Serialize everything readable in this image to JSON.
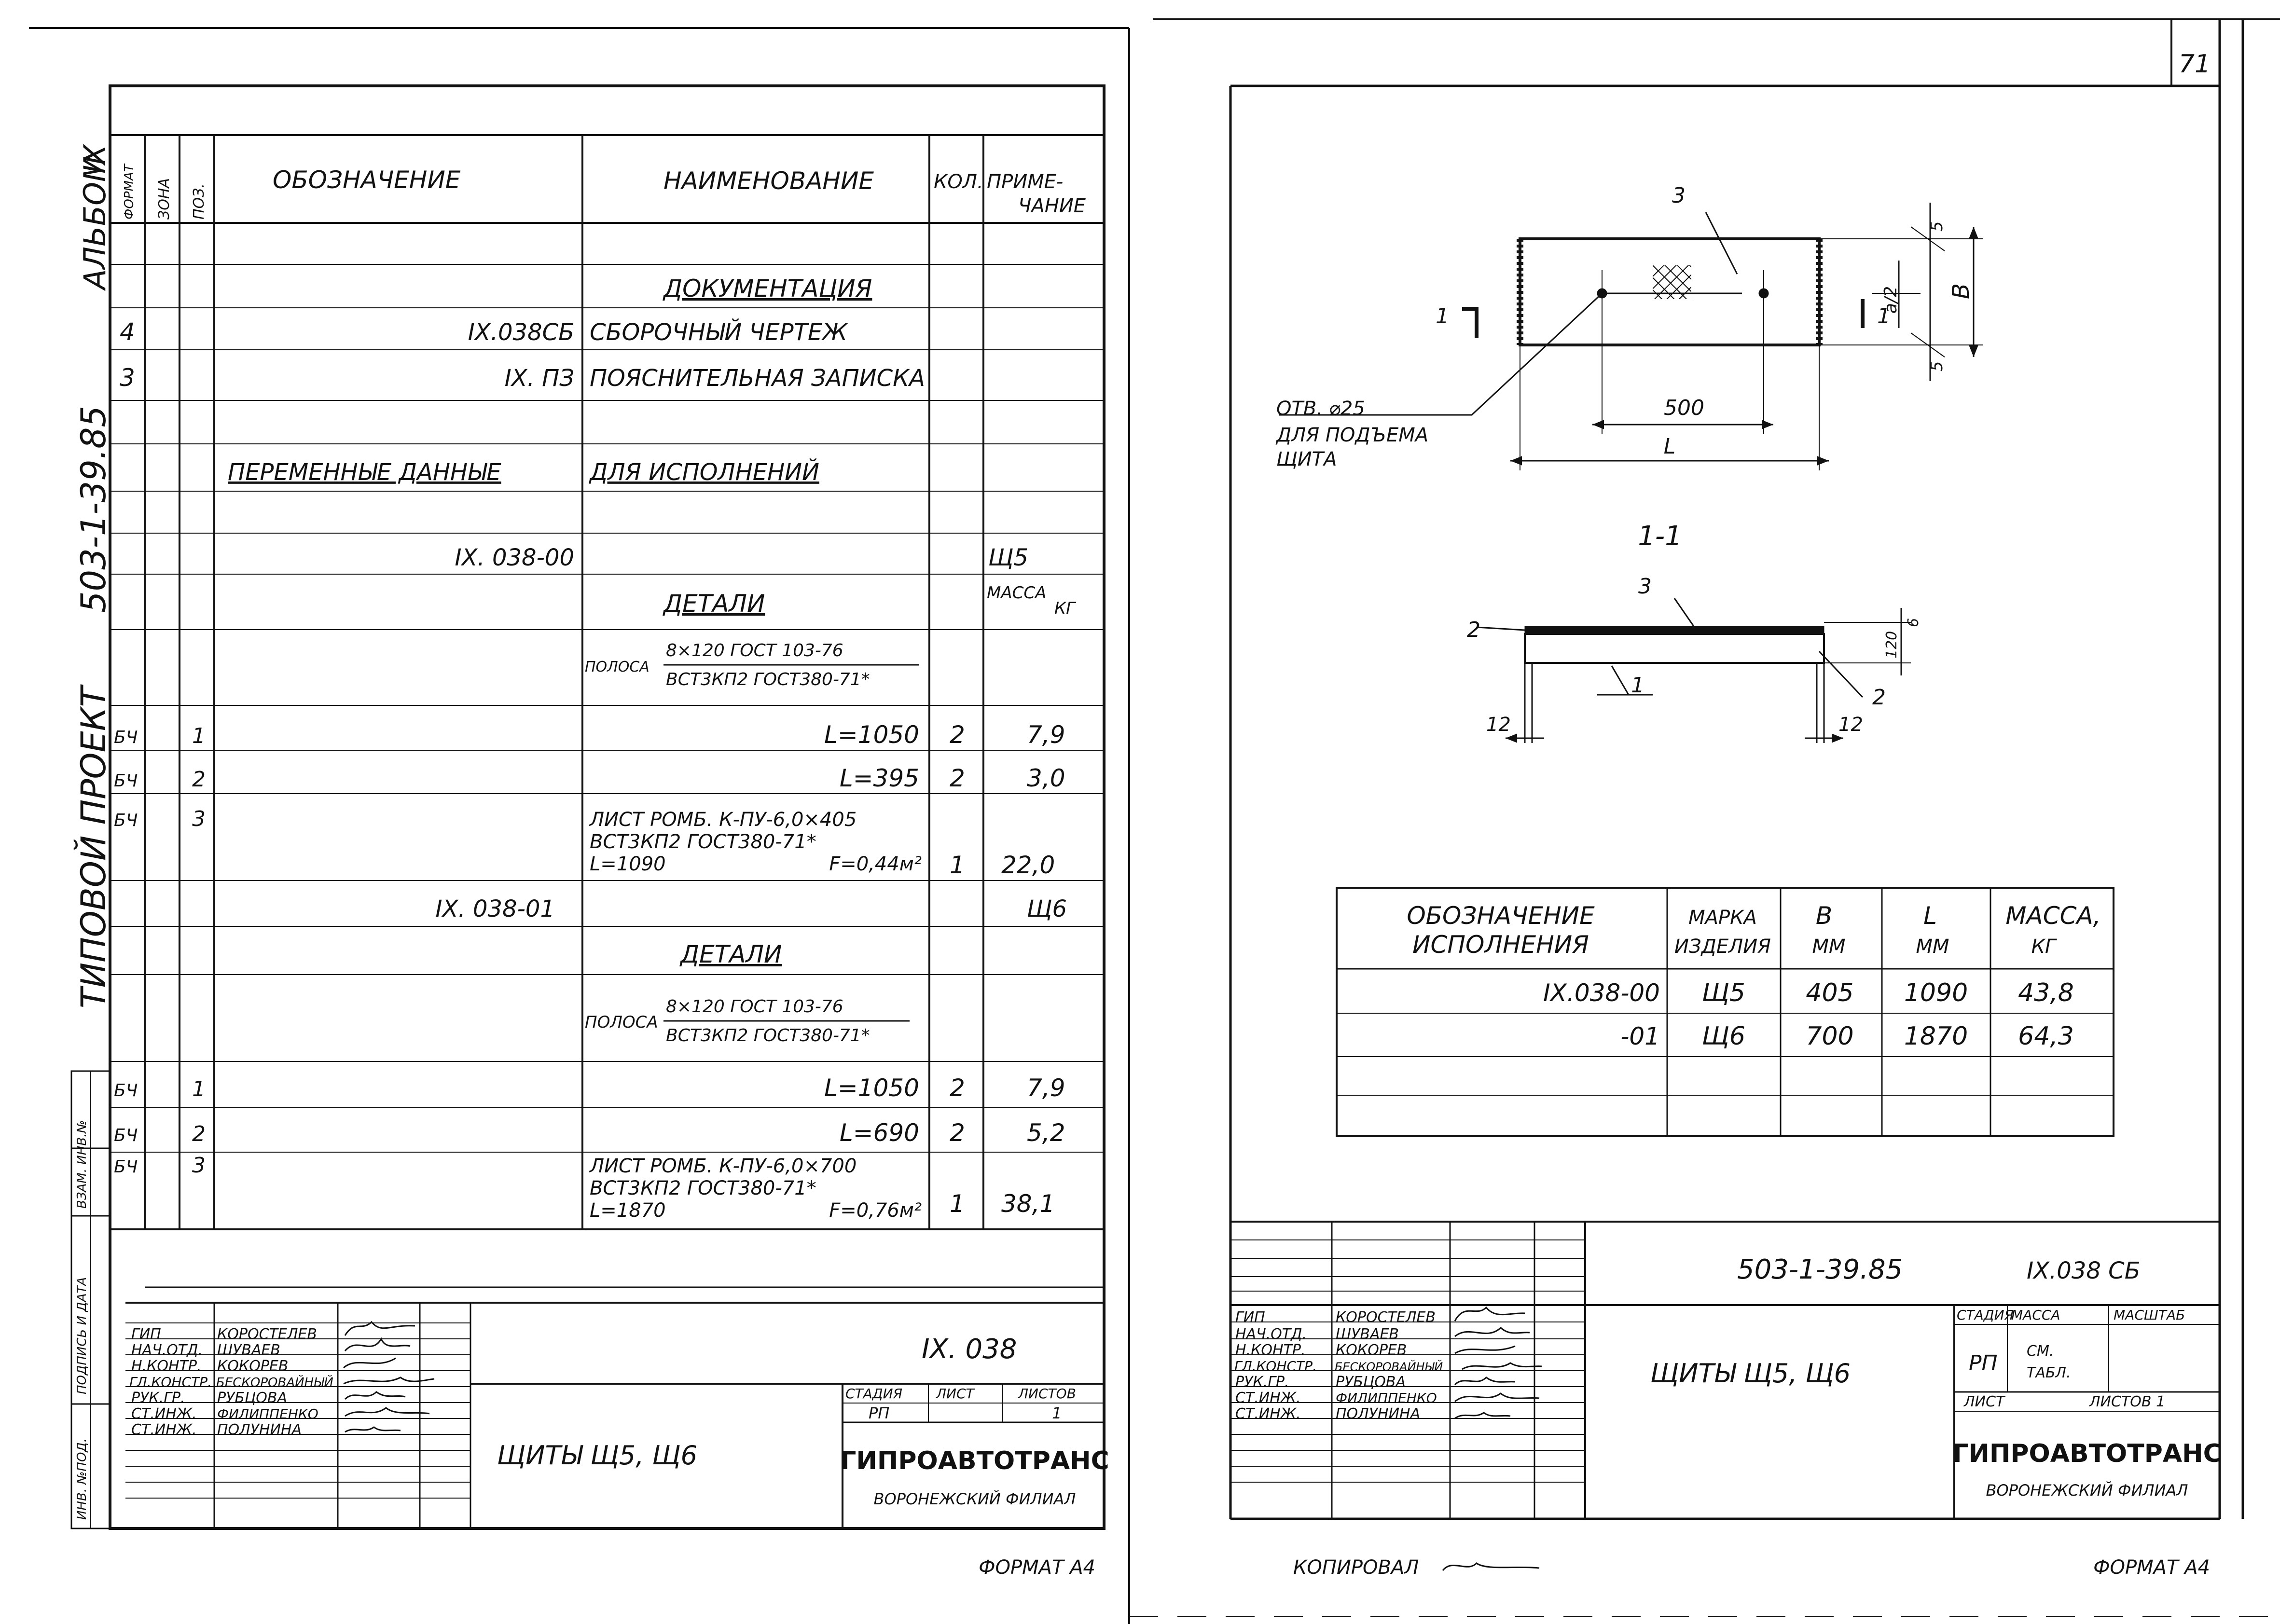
{
  "page_number": "71",
  "album": {
    "label": "АЛЬБОМ",
    "number": "IX"
  },
  "series_code": "503-1-39.85",
  "project_kind": "ТИПОВОЙ ПРОЕКТ",
  "side_stamp": [
    "ИНВ. №ПОД.",
    "ПОДПИСЬ И ДАТА",
    "ВЗАМ. ИНВ.№"
  ],
  "spec": {
    "headers": {
      "format": "ФОРМАТ",
      "zone": "ЗОНА",
      "pos": "ПОЗ.",
      "designation": "ОБОЗНАЧЕНИЕ",
      "name": "НАИМЕНОВАНИЕ",
      "qty": "КОЛ.",
      "note_1": "ПРИМЕ-",
      "note_2": "ЧАНИЕ"
    },
    "documentation_heading": "ДОКУМЕНТАЦИЯ",
    "doc_rows": [
      {
        "format": "4",
        "designation": "IX.038СБ",
        "name": "СБОРОЧНЫЙ ЧЕРТЕЖ"
      },
      {
        "format": "3",
        "designation": "IX. ПЗ",
        "name": "ПОЯСНИТЕЛЬНАЯ ЗАПИСКА"
      }
    ],
    "variable_heading_left": "ПЕРЕМЕННЫЕ ДАННЫЕ",
    "variable_heading_right": "ДЛЯ ИСПОЛНЕНИЙ",
    "v00": {
      "designation": "IX. 038-00",
      "note": "Щ5",
      "details": "ДЕТАЛИ",
      "mass_1": "МАССА",
      "mass_2": "КГ",
      "strip_word": "ПОЛОСА",
      "strip_top": "8×120 ГОСТ 103-76",
      "strip_bottom": "ВСТ3КП2 ГОСТ380-71*",
      "rows": [
        {
          "format": "БЧ",
          "pos": "1",
          "name": "L=1050",
          "qty": "2",
          "note": "7,9"
        },
        {
          "format": "БЧ",
          "pos": "2",
          "name": "L=395",
          "qty": "2",
          "note": "3,0"
        }
      ],
      "sheet": {
        "format": "БЧ",
        "pos": "3",
        "l1": "ЛИСТ РОМБ. К-ПУ-6,0×405",
        "l2": "ВСТ3КП2 ГОСТ380-71*",
        "l3a": "L=1090",
        "l3b": "F=0,44м²",
        "qty": "1",
        "note": "22,0"
      }
    },
    "v01": {
      "designation": "IX. 038-01",
      "note": "Щ6",
      "details": "ДЕТАЛИ",
      "strip_word": "ПОЛОСА",
      "strip_top": "8×120 ГОСТ 103-76",
      "strip_bottom": "ВСТ3КП2 ГОСТ380-71*",
      "rows": [
        {
          "format": "БЧ",
          "pos": "1",
          "name": "L=1050",
          "qty": "2",
          "note": "7,9"
        },
        {
          "format": "БЧ",
          "pos": "2",
          "name": "L=690",
          "qty": "2",
          "note": "5,2"
        }
      ],
      "sheet": {
        "format": "БЧ",
        "pos": "3",
        "l1": "ЛИСТ РОМБ. К-ПУ-6,0×700",
        "l2": "ВСТ3КП2 ГОСТ380-71*",
        "l3a": "L=1870",
        "l3b": "F=0,76м²",
        "qty": "1",
        "note": "38,1"
      }
    }
  },
  "left_title_block": {
    "roles": [
      "ГИП",
      "НАЧ.ОТД.",
      "Н.КОНТР.",
      "ГЛ.КОНСТР.",
      "РУК.ГР.",
      "СТ.ИНЖ.",
      "СТ.ИНЖ."
    ],
    "names": [
      "КОРОСТЕЛЕВ",
      "ШУВАЕВ",
      "КОКОРЕВ",
      "БЕСКОРОВАЙНЫЙ",
      "РУБЦОВА",
      "ФИЛИППЕНКО",
      "ПОЛУНИНА"
    ],
    "code": "IX. 038",
    "title": "ЩИТЫ Щ5, Щ6",
    "stage_h": "СТАДИЯ",
    "sheet_h": "ЛИСТ",
    "sheets_h": "ЛИСТОВ",
    "stage": "РП",
    "sheets": "1",
    "org": "ГИПРОАВТОТРАНС",
    "branch": "ВОРОНЕЖСКИЙ ФИЛИАЛ",
    "format": "ФОРМАТ А4"
  },
  "drawing": {
    "callout_3": "3",
    "section_mark": "1",
    "hole_1": "ОТВ. ⌀25",
    "hole_2": "ДЛЯ ПОДЪЕМА",
    "hole_3": "ЩИТА",
    "dim_500": "500",
    "dim_L": "L",
    "dim_5": "5",
    "dim_a2": "a/2",
    "dim_B": "B",
    "section_title": "1-1",
    "sec_c1": "1",
    "sec_c2": "2",
    "sec_c3": "3",
    "dim_6": "6",
    "dim_120": "120",
    "dim_12": "12"
  },
  "exec_table": {
    "h1a": "ОБОЗНАЧЕНИЕ",
    "h1b": "ИСПОЛНЕНИЯ",
    "h2a": "МАРКА",
    "h2b": "ИЗДЕЛИЯ",
    "h3a": "B",
    "h3b": "ММ",
    "h4a": "L",
    "h4b": "ММ",
    "h5a": "МАССА,",
    "h5b": "КГ",
    "rows": [
      {
        "des": "IX.038-00",
        "mark": "Щ5",
        "b": "405",
        "l": "1090",
        "mass": "43,8"
      },
      {
        "des": "-01",
        "mark": "Щ6",
        "b": "700",
        "l": "1870",
        "mass": "64,3"
      }
    ]
  },
  "right_title_block": {
    "series": "503-1-39.85",
    "doc": "IX.038 СБ",
    "roles": [
      "ГИП",
      "НАЧ.ОТД.",
      "Н.КОНТР.",
      "ГЛ.КОНСТР.",
      "РУК.ГР.",
      "СТ.ИНЖ.",
      "СТ.ИНЖ."
    ],
    "names": [
      "КОРОСТЕЛЕВ",
      "ШУВАЕВ",
      "КОКОРЕВ",
      "БЕСКОРОВАЙНЫЙ",
      "РУБЦОВА",
      "ФИЛИППЕНКО",
      "ПОЛУНИНА"
    ],
    "title": "ЩИТЫ Щ5, Щ6",
    "stage_h": "СТАДИЯ",
    "mass_h": "МАССА",
    "scale_h": "МАСШТАБ",
    "stage": "РП",
    "mass_1": "СМ.",
    "mass_2": "ТАБЛ.",
    "sheet_h": "ЛИСТ",
    "sheets_h": "ЛИСТОВ 1",
    "org": "ГИПРОАВТОТРАНС",
    "branch": "ВОРОНЕЖСКИЙ ФИЛИАЛ",
    "copied": "КОПИРОВАЛ",
    "format": "ФОРМАТ А4"
  }
}
